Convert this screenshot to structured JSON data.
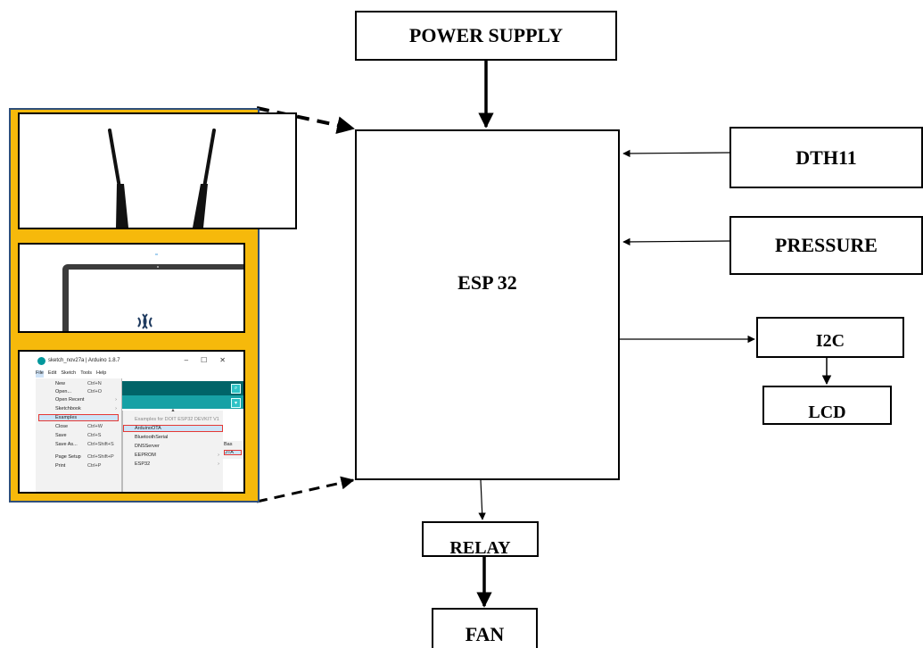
{
  "blocks": {
    "power_supply": "POWER SUPPLY",
    "esp32": "ESP 32",
    "dth11": "DTH11",
    "pressure": "PRESSURE",
    "i2c": "I2C",
    "lcd": "LCD",
    "relay": "RELAY",
    "fan": "FAN"
  },
  "ide": {
    "window_title": "sketch_nov27a | Arduino 1.8.7",
    "menubar": [
      "File",
      "Edit",
      "Sketch",
      "Tools",
      "Help"
    ],
    "file_menu": [
      {
        "label": "New",
        "shortcut": "Ctrl+N"
      },
      {
        "label": "Open...",
        "shortcut": "Ctrl+O"
      },
      {
        "label": "Open Recent",
        "shortcut": ""
      },
      {
        "label": "Sketchbook",
        "shortcut": ""
      },
      {
        "label": "Examples",
        "shortcut": ""
      },
      {
        "label": "Close",
        "shortcut": "Ctrl+W"
      },
      {
        "label": "Save",
        "shortcut": "Ctrl+S"
      },
      {
        "label": "Save As...",
        "shortcut": "Ctrl+Shift+S"
      },
      {
        "label": "Page Setup",
        "shortcut": "Ctrl+Shift+P"
      },
      {
        "label": "Print",
        "shortcut": "Ctrl+P"
      }
    ],
    "examples_header": "Examples for DOIT ESP32 DEVKIT V1",
    "examples": [
      "ArduinoOTA",
      "BluetoothSerial",
      "DNSServer",
      "EEPROM",
      "ESP32"
    ],
    "submenu": [
      "Bas",
      "OTA"
    ]
  },
  "colors": {
    "panel": "#f6b90b",
    "ide_teal_dark": "#006468",
    "ide_teal_light": "#17a1a5",
    "highlight_outline": "#e53935"
  }
}
